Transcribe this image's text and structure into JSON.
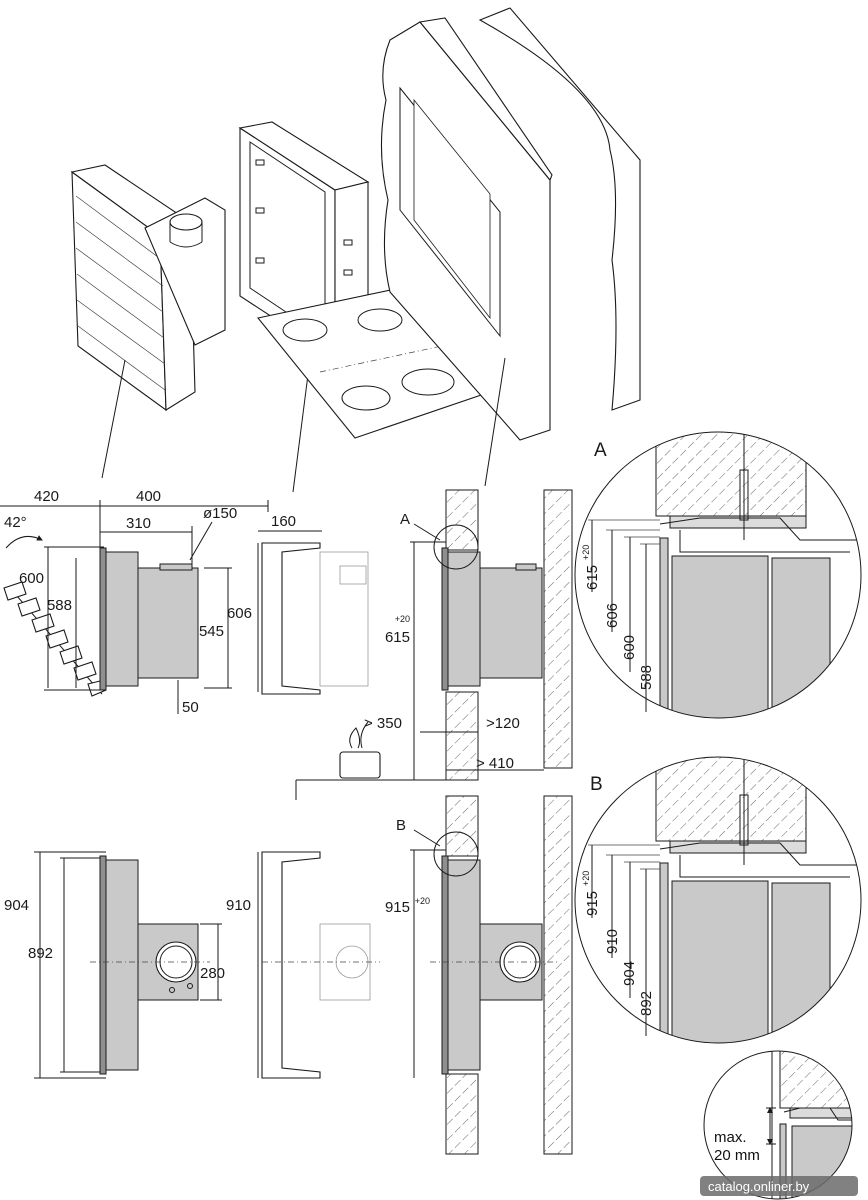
{
  "side_view": {
    "dim_420": "420",
    "dim_400": "400",
    "dim_310": "310",
    "dim_diameter": "ø150",
    "dim_angle": "42°",
    "dim_600": "600",
    "dim_588": "588",
    "dim_545": "545",
    "dim_50": "50"
  },
  "frame_side_view": {
    "dim_160": "160",
    "dim_606": "606"
  },
  "installation_side_view": {
    "marker_a": "A",
    "dim_615": "615",
    "dim_615_tol": "+20",
    "dim_gt_350": "> 350",
    "dim_gt_120": ">120",
    "dim_gt_410": "> 410"
  },
  "detail_a": {
    "label": "A",
    "dim_615": "615",
    "dim_615_tol": "+20",
    "dim_606": "606",
    "dim_600": "600",
    "dim_588": "588"
  },
  "front_view": {
    "dim_904": "904",
    "dim_892": "892",
    "dim_280": "280"
  },
  "frame_front_view": {
    "dim_910": "910"
  },
  "installation_front_view": {
    "marker_b": "B",
    "dim_915": "915",
    "dim_915_tol": "+20"
  },
  "detail_b": {
    "label": "B",
    "dim_915": "915",
    "dim_915_tol": "+20",
    "dim_910": "910",
    "dim_904": "904",
    "dim_892": "892"
  },
  "detail_gap": {
    "note_line1": "max.",
    "note_line2": "20 mm"
  },
  "watermark": {
    "text": "catalog.onliner.by"
  }
}
